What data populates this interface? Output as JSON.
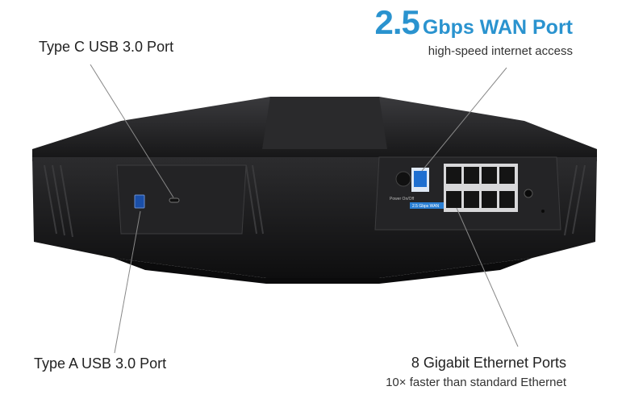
{
  "callouts": {
    "type_c": "Type C USB 3.0 Port",
    "type_a": "Type A USB 3.0 Port",
    "wan": {
      "number": "2.5",
      "title": "Gbps WAN Port",
      "subtitle": "high-speed internet access"
    },
    "ethernet": {
      "title": "8 Gigabit Ethernet Ports",
      "subtitle": "10× faster than standard Ethernet"
    }
  },
  "router_labels": {
    "power": "Power On/Off",
    "wan_port": "2.5 Gbps WAN"
  },
  "colors": {
    "accent": "#2a93cf",
    "body": "#1c1c1e",
    "port_highlight": "#1e6fd0"
  }
}
